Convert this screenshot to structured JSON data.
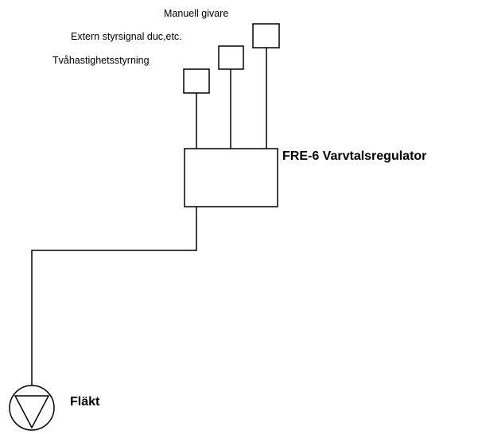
{
  "labels": {
    "manual_sensor": "Manuell givare",
    "external_signal": "Extern styrsignal duc,etc.",
    "two_speed": "Tvåhastighetsstyrning",
    "regulator": "FRE-6 Varvtalsregulator",
    "fan": "Fläkt"
  },
  "colors": {
    "line": "#000000",
    "background": "#ffffff"
  }
}
